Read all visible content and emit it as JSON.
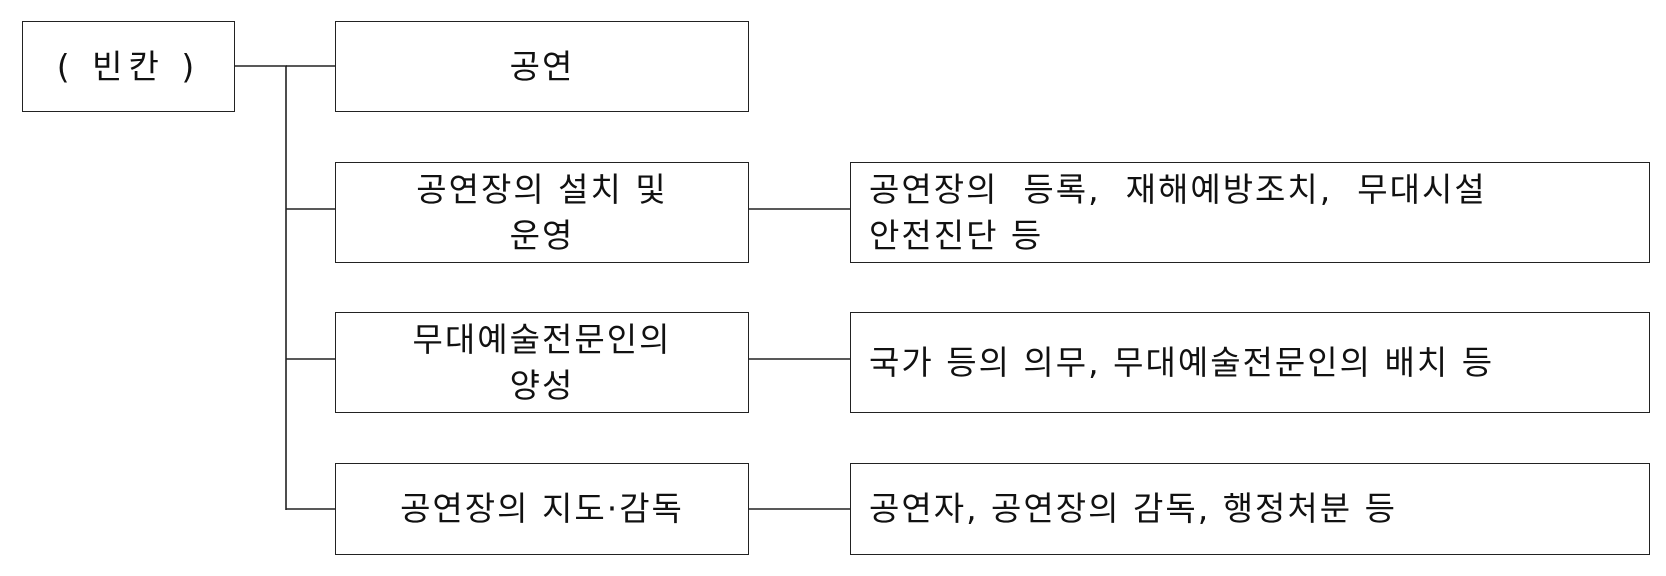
{
  "root": {
    "label": "( 빈칸 )"
  },
  "categories": [
    {
      "label": "공연"
    },
    {
      "label": "공연장의 설치 및\n운영"
    },
    {
      "label": "무대예술전문인의\n양성"
    },
    {
      "label": "공연장의 지도·감독"
    }
  ],
  "details": [
    {
      "label": "공연장의  등록,  재해예방조치,  무대시설\n안전진단 등"
    },
    {
      "label": "국가 등의 의무, 무대예술전문인의 배치 등"
    },
    {
      "label": "공연자, 공연장의 감독, 행정처분 등"
    }
  ],
  "colors": {
    "line": "#222222",
    "text": "#111111",
    "background": "#ffffff"
  }
}
